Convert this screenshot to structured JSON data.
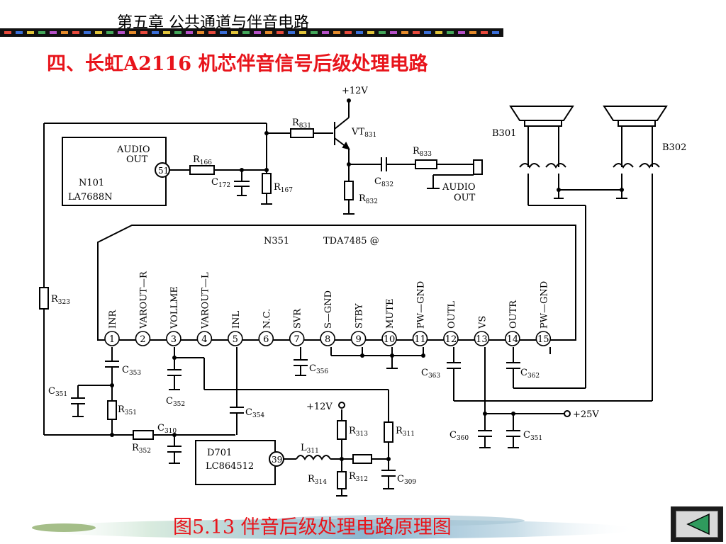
{
  "header": {
    "chapter": "第五章  公共通道与伴音电路",
    "title": "四、长虹A2116 机芯伴音信号后级处理电路"
  },
  "caption": "图5.13   伴音后级处理电路原理图",
  "colors": {
    "title": "#e8141b",
    "line": "#000000"
  },
  "nav": {
    "icon": "back-triangle-icon"
  },
  "schematic": {
    "supply_top": "+12V",
    "supply_mid": "+12V",
    "supply_right": "+25V",
    "n101": {
      "label1": "AUDIO",
      "label2": "OUT",
      "name": "N101",
      "part": "LA7688N",
      "pin": "51"
    },
    "n351": {
      "name": "N351",
      "part": "TDA7485 @"
    },
    "d701": {
      "name": "D701",
      "part": "LC864512",
      "pin": "39"
    },
    "audio_out": {
      "line1": "AUDIO",
      "line2": "OUT"
    },
    "transistor": "VT",
    "transistor_sub": "831",
    "speakers": [
      "B301",
      "B302"
    ],
    "pins": [
      {
        "num": "1",
        "name": "INR"
      },
      {
        "num": "2",
        "name": "VAROUT—R"
      },
      {
        "num": "3",
        "name": "VOLLME"
      },
      {
        "num": "4",
        "name": "VAROUT—L"
      },
      {
        "num": "5",
        "name": "INL"
      },
      {
        "num": "6",
        "name": "N.C."
      },
      {
        "num": "7",
        "name": "SVR"
      },
      {
        "num": "8",
        "name": "S—GND"
      },
      {
        "num": "9",
        "name": "STBY"
      },
      {
        "num": "10",
        "name": "MUTE"
      },
      {
        "num": "11",
        "name": "PW—GND"
      },
      {
        "num": "12",
        "name": "OUTL"
      },
      {
        "num": "13",
        "name": "VS"
      },
      {
        "num": "14",
        "name": "OUTR"
      },
      {
        "num": "15",
        "name": "PW—GND"
      }
    ],
    "components": [
      {
        "id": "r831",
        "main": "R",
        "sub": "831"
      },
      {
        "id": "r166",
        "main": "R",
        "sub": "166"
      },
      {
        "id": "c172",
        "main": "C",
        "sub": "172"
      },
      {
        "id": "r167",
        "main": "R",
        "sub": "167"
      },
      {
        "id": "r832",
        "main": "R",
        "sub": "832"
      },
      {
        "id": "c832",
        "main": "C",
        "sub": "832"
      },
      {
        "id": "r833",
        "main": "R",
        "sub": "833"
      },
      {
        "id": "r323",
        "main": "R",
        "sub": "323"
      },
      {
        "id": "c353",
        "main": "C",
        "sub": "353"
      },
      {
        "id": "c351a",
        "main": "C",
        "sub": "351"
      },
      {
        "id": "r351",
        "main": "R",
        "sub": "351"
      },
      {
        "id": "c352",
        "main": "C",
        "sub": "352"
      },
      {
        "id": "c354",
        "main": "C",
        "sub": "354"
      },
      {
        "id": "c310",
        "main": "C",
        "sub": "310"
      },
      {
        "id": "r352",
        "main": "R",
        "sub": "352"
      },
      {
        "id": "c356",
        "main": "C",
        "sub": "356"
      },
      {
        "id": "c363",
        "main": "C",
        "sub": "363"
      },
      {
        "id": "c362",
        "main": "C",
        "sub": "362"
      },
      {
        "id": "r313",
        "main": "R",
        "sub": "313"
      },
      {
        "id": "r311",
        "main": "R",
        "sub": "311"
      },
      {
        "id": "l311",
        "main": "L",
        "sub": "311"
      },
      {
        "id": "r312",
        "main": "R",
        "sub": "312"
      },
      {
        "id": "r314",
        "main": "R",
        "sub": "314"
      },
      {
        "id": "c309",
        "main": "C",
        "sub": "309"
      },
      {
        "id": "c360",
        "main": "C",
        "sub": "360"
      },
      {
        "id": "c351b",
        "main": "C",
        "sub": "351"
      }
    ]
  }
}
